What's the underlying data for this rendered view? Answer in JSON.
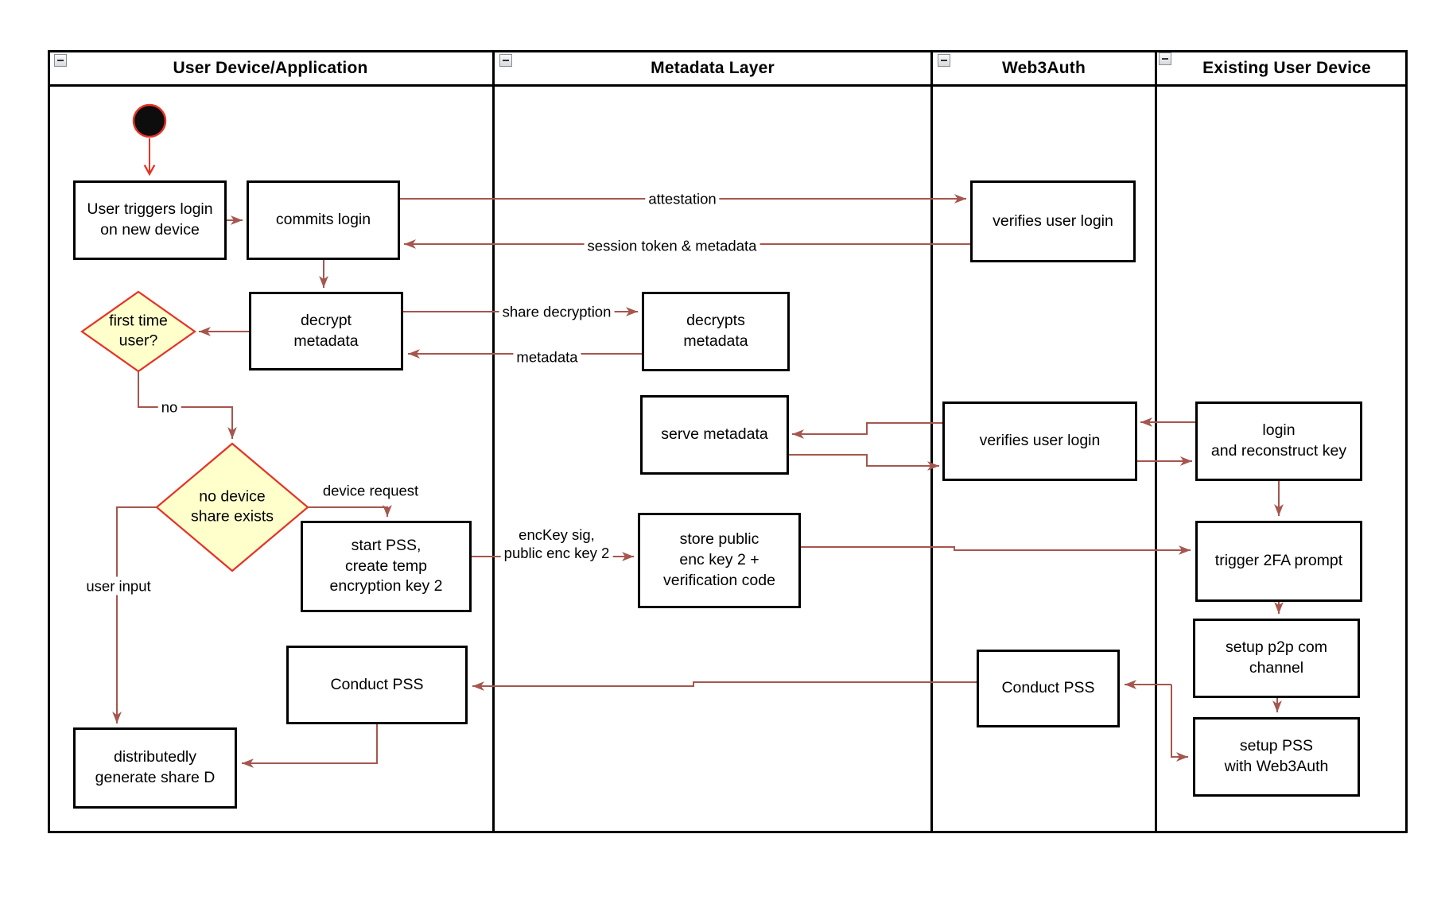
{
  "diagram": {
    "lanes": [
      {
        "title": "User Device/Application"
      },
      {
        "title": "Metadata Layer"
      },
      {
        "title": "Web3Auth"
      },
      {
        "title": "Existing User Device"
      }
    ],
    "nodes": {
      "user_triggers_login": "User triggers login\non new device",
      "commits_login": "commits login",
      "decrypt_metadata": "decrypt\nmetadata",
      "first_time_user": "first time\nuser?",
      "no_device_share": "no device\nshare exists",
      "start_pss": "start PSS,\ncreate temp\nencryption key 2",
      "conduct_pss_user": "Conduct PSS",
      "generate_share_d": "distributedly\ngenerate share D",
      "decrypts_metadata": "decrypts\nmetadata",
      "serve_metadata": "serve metadata",
      "store_public_key": "store public\nenc key 2 +\nverification code",
      "verifies_user_login_1": "verifies user login",
      "verifies_user_login_2": "verifies user login",
      "conduct_pss_web3auth": "Conduct PSS",
      "login_reconstruct_key": "login\nand reconstruct key",
      "trigger_2fa": "trigger 2FA prompt",
      "setup_p2p": "setup p2p com\nchannel",
      "setup_pss_web3auth": "setup PSS\nwith Web3Auth"
    },
    "edge_labels": {
      "attestation": "attestation",
      "session_token": "session token & metadata",
      "share_decryption": "share decryption",
      "metadata": "metadata",
      "no": "no",
      "device_request": "device request",
      "user_input": "user input",
      "enckey": "encKey sig,\npublic enc key 2"
    },
    "colors": {
      "arrow": "#a5564e",
      "accent_red": "#e53327",
      "decision_fill": "#ffffcc",
      "node_border": "#000000"
    },
    "icons": {
      "lane_collapse": "minus-icon"
    }
  }
}
